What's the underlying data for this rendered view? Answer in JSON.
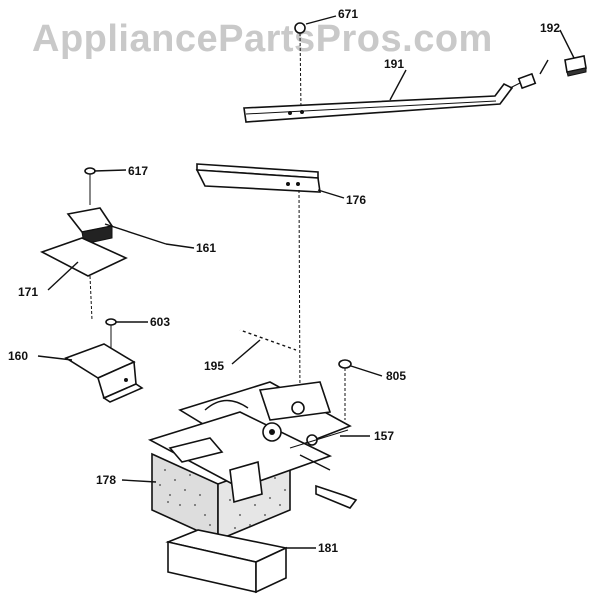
{
  "watermark": "AppliancePartsPros.com",
  "callouts": {
    "c671": "671",
    "c192": "192",
    "c191": "191",
    "c617": "617",
    "c176": "176",
    "c161": "161",
    "c171": "171",
    "c603": "603",
    "c160": "160",
    "c195": "195",
    "c805": "805",
    "c157": "157",
    "c178": "178",
    "c181": "181"
  }
}
